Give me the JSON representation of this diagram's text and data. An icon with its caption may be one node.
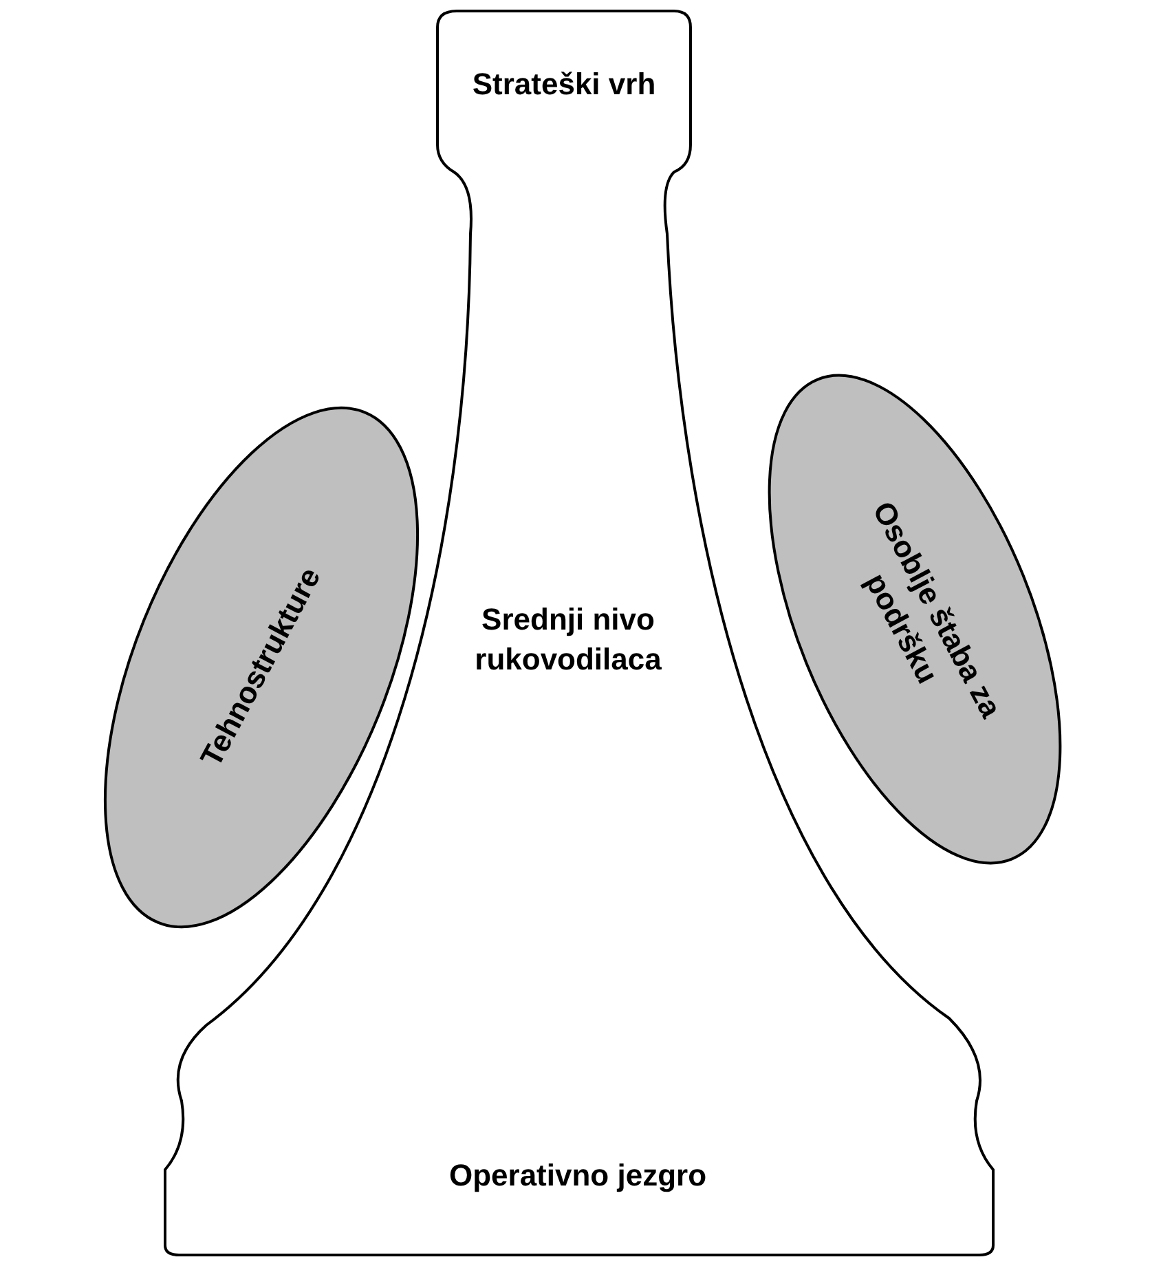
{
  "diagram": {
    "nodes": [
      {
        "text": [
          "Strateški vrh",
          "Srednji nivo rukovodilaca",
          "Operativno jezgro"
        ]
      },
      {
        "text": [
          "Tehnostrukture"
        ]
      },
      {
        "text": [
          "Osoblje štaba za podršku"
        ]
      }
    ],
    "edges": []
  }
}
